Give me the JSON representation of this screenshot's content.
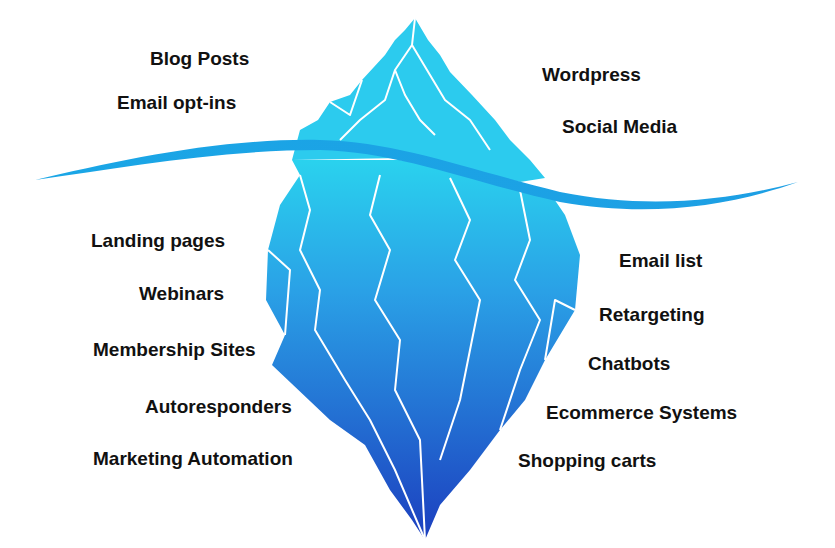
{
  "diagram": {
    "labels": [
      "Blog Posts",
      "Email opt-ins",
      "Wordpress",
      "Social Media",
      "Landing pages",
      "Webinars",
      "Membership Sites",
      "Autoresponders",
      "Marketing Automation",
      "Email list",
      "Retargeting",
      "Chatbots",
      "Ecommerce Systems",
      "Shopping carts"
    ]
  }
}
